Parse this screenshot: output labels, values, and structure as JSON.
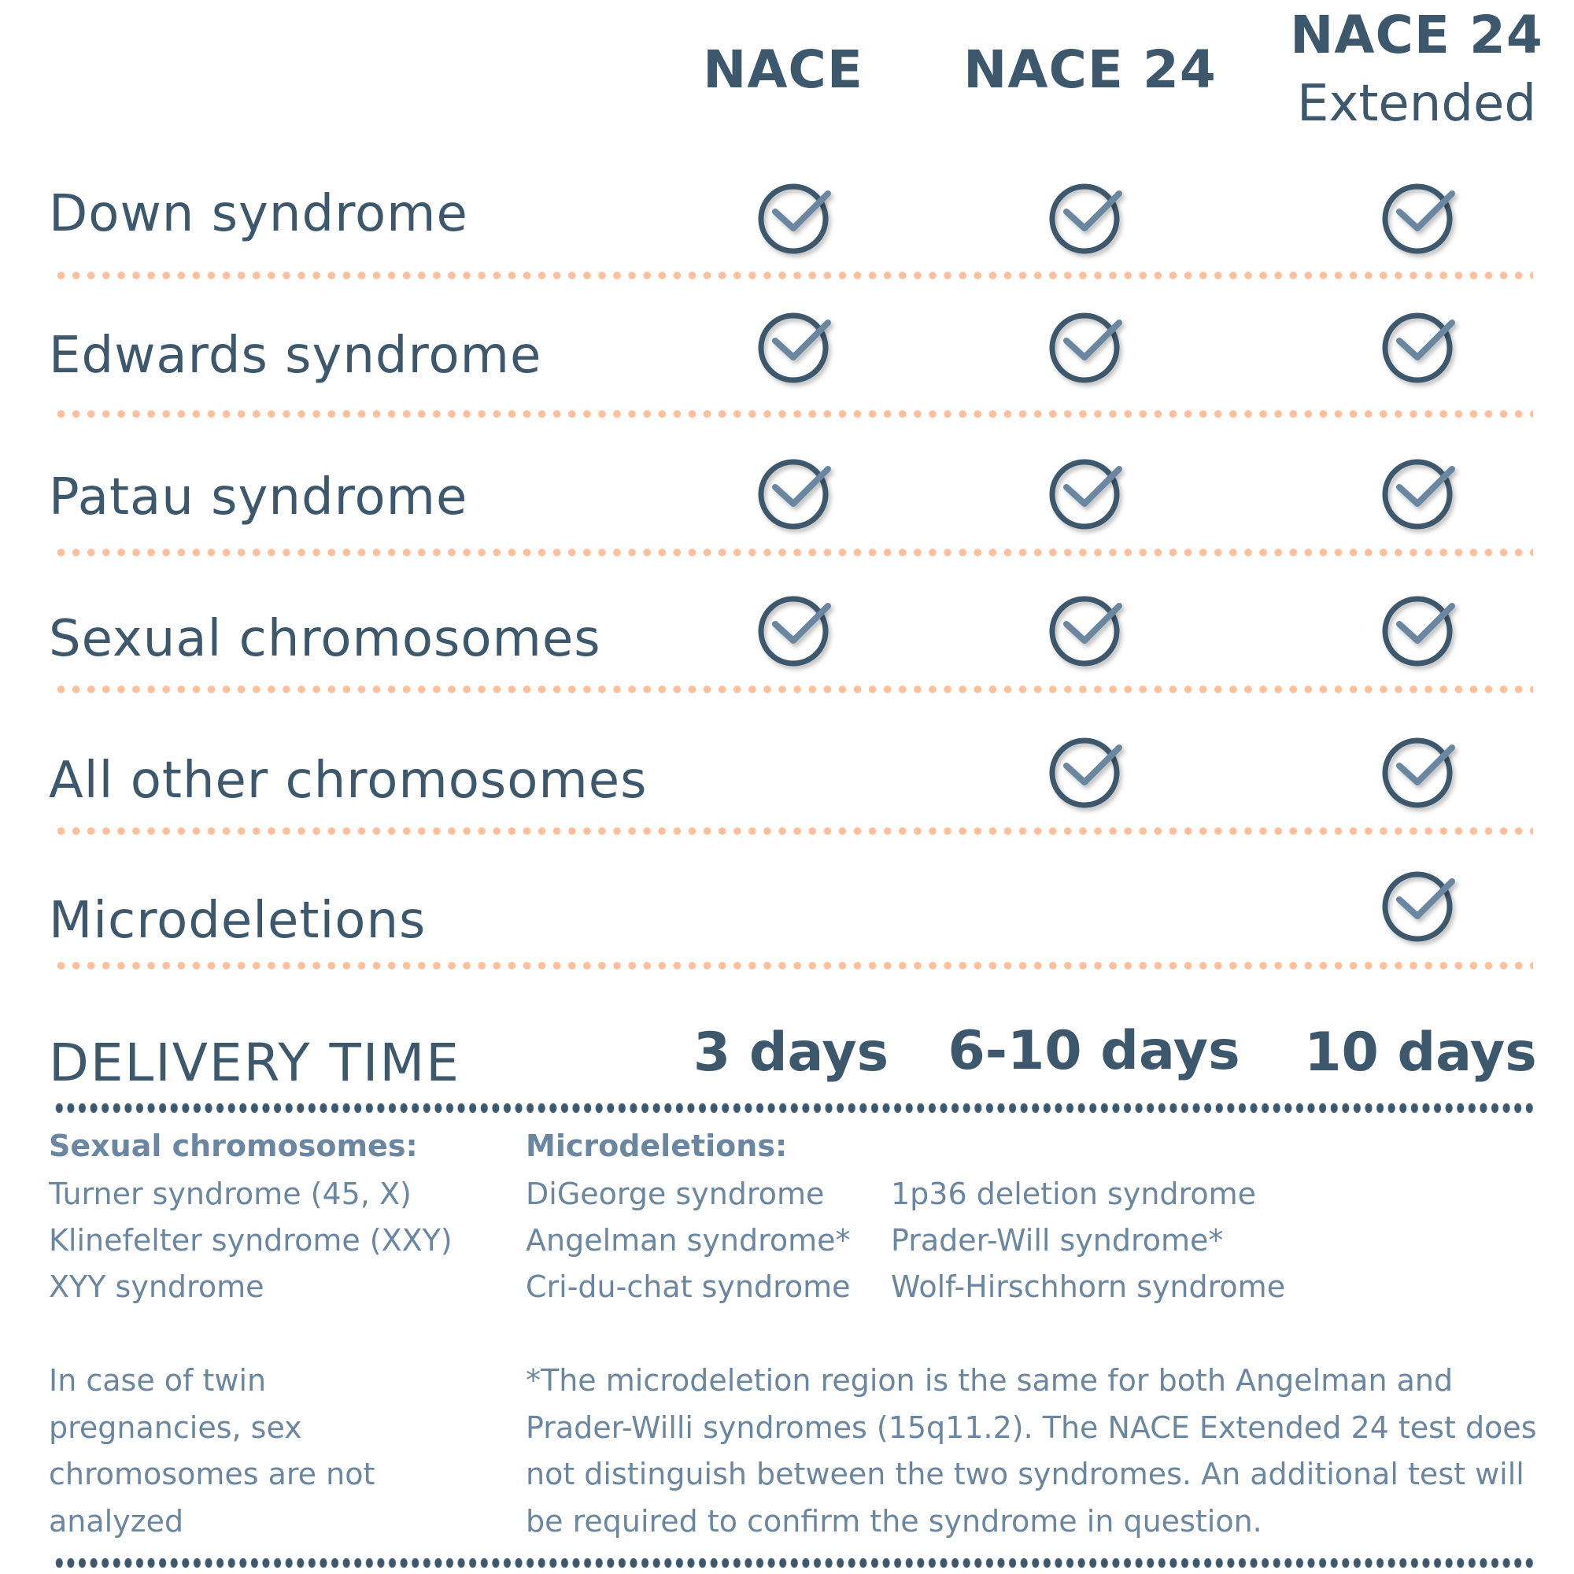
{
  "header": {
    "columns": [
      {
        "title": "NACE",
        "subtitle": ""
      },
      {
        "title": "NACE 24",
        "subtitle": ""
      },
      {
        "title": "NACE 24",
        "subtitle": "Extended"
      }
    ]
  },
  "rows": [
    {
      "label": "Down syndrome",
      "nace": true,
      "nace24": true,
      "nace24_extended": true
    },
    {
      "label": "Edwards syndrome",
      "nace": true,
      "nace24": true,
      "nace24_extended": true
    },
    {
      "label": "Patau syndrome",
      "nace": true,
      "nace24": true,
      "nace24_extended": true
    },
    {
      "label": "Sexual chromosomes",
      "nace": true,
      "nace24": true,
      "nace24_extended": true
    },
    {
      "label": "All other chromosomes",
      "nace": false,
      "nace24": true,
      "nace24_extended": true
    },
    {
      "label": "Microdeletions",
      "nace": false,
      "nace24": false,
      "nace24_extended": true
    }
  ],
  "delivery": {
    "label": "DELIVERY TIME",
    "values": [
      "3 days",
      "6-10 days",
      "10 days"
    ]
  },
  "sexual_chromosomes": {
    "heading": "Sexual chromosomes:",
    "items": [
      "Turner syndrome (45, X)",
      "Klinefelter syndrome (XXY)",
      "XYY syndrome"
    ],
    "note": "In case of twin pregnancies, sex chromosomes are not analyzed"
  },
  "microdeletions": {
    "heading": "Microdeletions:",
    "items_col1": [
      "DiGeorge syndrome",
      "Angelman syndrome*",
      "Cri-du-chat syndrome"
    ],
    "items_col2": [
      "1p36 deletion syndrome",
      "Prader-Will syndrome*",
      "Wolf-Hirschhorn syndrome"
    ],
    "note": "*The microdeletion region is the same for both Angelman and Prader-Willi syndromes (15q11.2). The NACE Extended 24 test does not distinguish between the two syndromes. An additional test will be required to confirm the syndrome in question."
  },
  "colors": {
    "text_primary": "#3d586d",
    "text_secondary": "#6b86a0",
    "dots_light": "#ffbf9b",
    "dots_dark": "#3d586d"
  },
  "icons": {
    "check": "check-circle-icon"
  }
}
